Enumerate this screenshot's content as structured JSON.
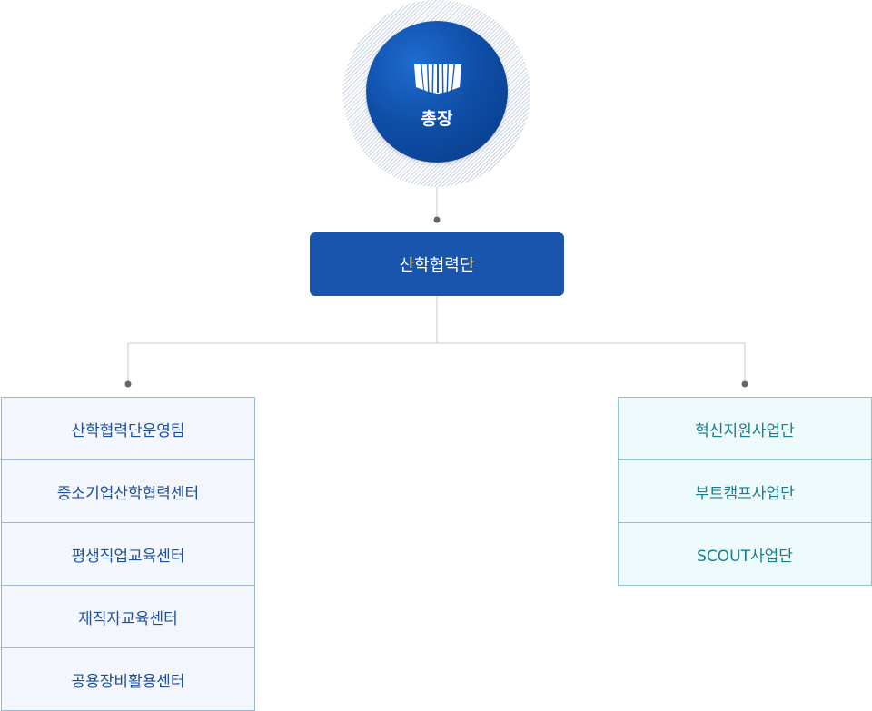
{
  "president": {
    "label": "총장",
    "icon": "book-icon"
  },
  "main_unit": {
    "label": "산학협력단"
  },
  "left_units": [
    {
      "label": "산학협력단운영팀"
    },
    {
      "label": "중소기업산학협력센터"
    },
    {
      "label": "평생직업교육센터"
    },
    {
      "label": "재직자교육센터"
    },
    {
      "label": "공용장비활용센터"
    }
  ],
  "right_units": [
    {
      "label": "혁신지원사업단"
    },
    {
      "label": "부트캠프사업단"
    },
    {
      "label": "SCOUT사업단"
    }
  ],
  "colors": {
    "primary": "#1a55ad",
    "left_text": "#1b4f9c",
    "right_text": "#12808e",
    "connector": "#c8c8c8",
    "dot": "#666666"
  }
}
